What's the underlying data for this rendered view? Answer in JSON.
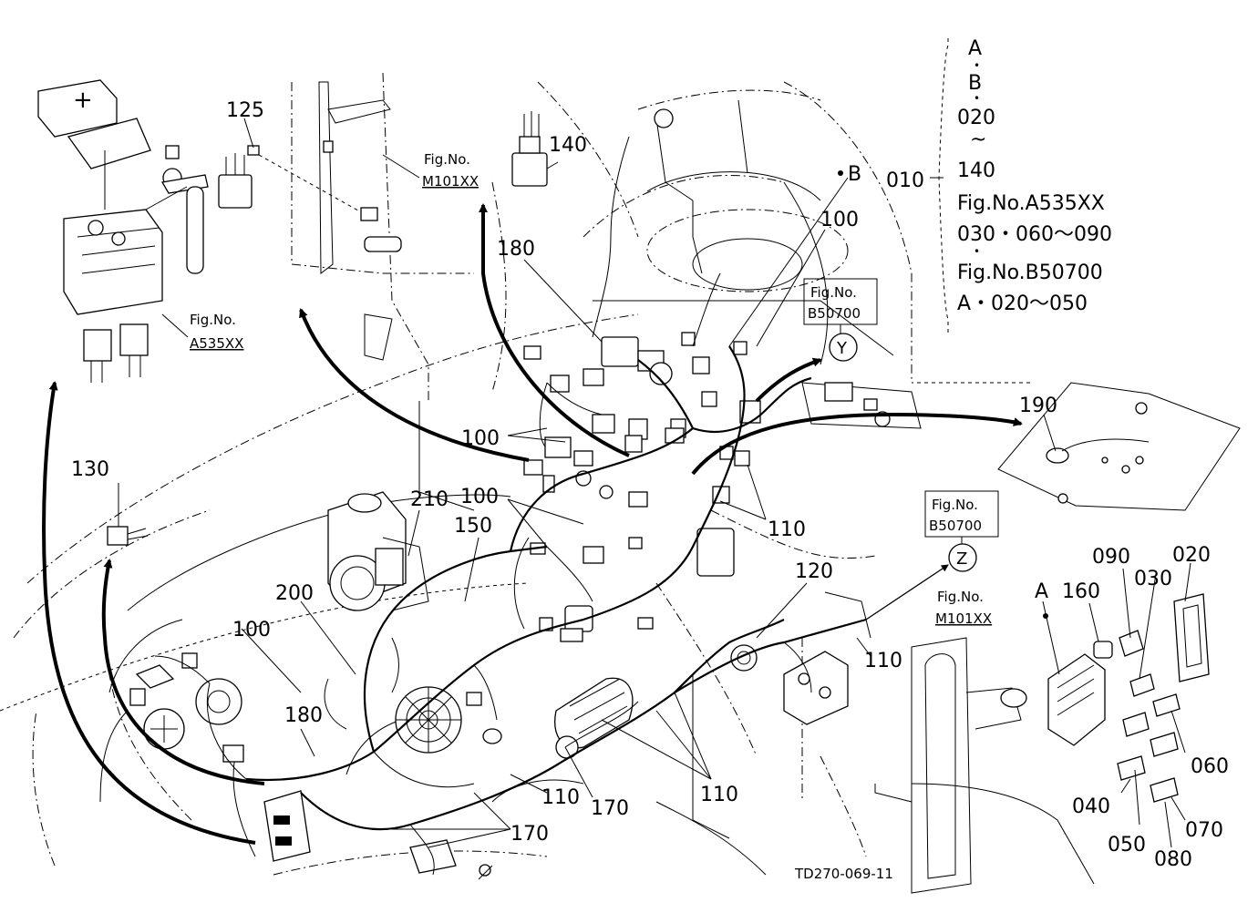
{
  "callouts": {
    "c010": "010",
    "c020": "020",
    "c030": "030",
    "c040": "040",
    "c050": "050",
    "c060": "060",
    "c070": "070",
    "c080": "080",
    "c090": "090",
    "c100_a": "100",
    "c100_b": "100",
    "c100_c": "100",
    "c100_d": "100",
    "c110_a": "110",
    "c110_b": "110",
    "c110_c": "110",
    "c110_d": "110",
    "c120": "120",
    "c125": "125",
    "c130": "130",
    "c140": "140",
    "c150": "150",
    "c160": "160",
    "c170_a": "170",
    "c170_b": "170",
    "c180_a": "180",
    "c180_b": "180",
    "c190": "190",
    "c200": "200",
    "c210": "210",
    "cA": "A",
    "cB": "B"
  },
  "fig_refs": {
    "fig_a535_top": {
      "label": "Fig.No.",
      "code": "A535XX"
    },
    "fig_m101_top": {
      "label": "Fig.No.",
      "code": "M101XX"
    },
    "fig_b507_y": {
      "label": "Fig.No.",
      "code": "B50700"
    },
    "fig_b507_z": {
      "label": "Fig.No.",
      "code": "B50700"
    },
    "fig_m101_bottom": {
      "label": "Fig.No.",
      "code": "M101XX"
    }
  },
  "markers": {
    "y": "Y",
    "z": "Z"
  },
  "note_box": {
    "line1": "A",
    "line2": "B",
    "line3": "020",
    "line4": "~",
    "line5": "140",
    "line6": "Fig.No.A535XX",
    "line7": "030・060～090",
    "line8": "Fig.No.B50700",
    "line9": "A・020～050"
  },
  "drawing_code": "TD270-069-11"
}
